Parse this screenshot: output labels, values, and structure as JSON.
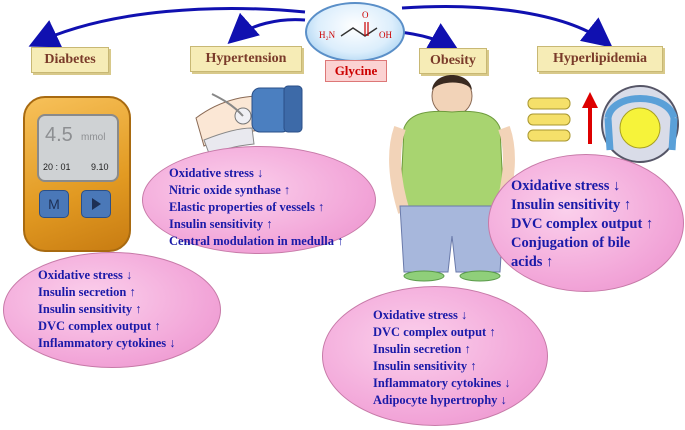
{
  "center": {
    "label": "Glycine",
    "formula_left": "H₂N",
    "formula_right": "OH",
    "formula_o": "O"
  },
  "conditions": [
    {
      "label": "Diabetes",
      "effects": [
        "Oxidative stress ↓",
        "Insulin secretion ↑",
        "Insulin sensitivity ↑",
        "DVC complex output ↑",
        "Inflammatory cytokines ↓"
      ]
    },
    {
      "label": "Hypertension",
      "effects": [
        "Oxidative stress ↓",
        "Nitric oxide synthase ↑",
        "Elastic properties of vessels ↑",
        "Insulin sensitivity ↑",
        "Central modulation in medulla ↑"
      ]
    },
    {
      "label": "Obesity",
      "effects": [
        "Oxidative stress ↓",
        "DVC complex output ↑",
        "Insulin secretion ↑",
        "Insulin sensitivity ↑",
        "Inflammatory cytokines ↓",
        "Adipocyte hypertrophy ↓"
      ]
    },
    {
      "label": "Hyperlipidemia",
      "effects": [
        "Oxidative stress ↓",
        "Insulin sensitivity ↑",
        "DVC complex output ↑",
        "Conjugation of bile",
        "acids ↑"
      ]
    }
  ],
  "meter": {
    "reading": "4.5",
    "unit": "mmol",
    "time": "20 : 01",
    "date": "9.10",
    "button_m": "M"
  },
  "colors": {
    "arrow": "#1010b0",
    "effect_text": "#1a1aa8",
    "label_text": "#7a3b2a",
    "label_bg": "#f6ecb6",
    "glycine_text": "#cc0000"
  }
}
